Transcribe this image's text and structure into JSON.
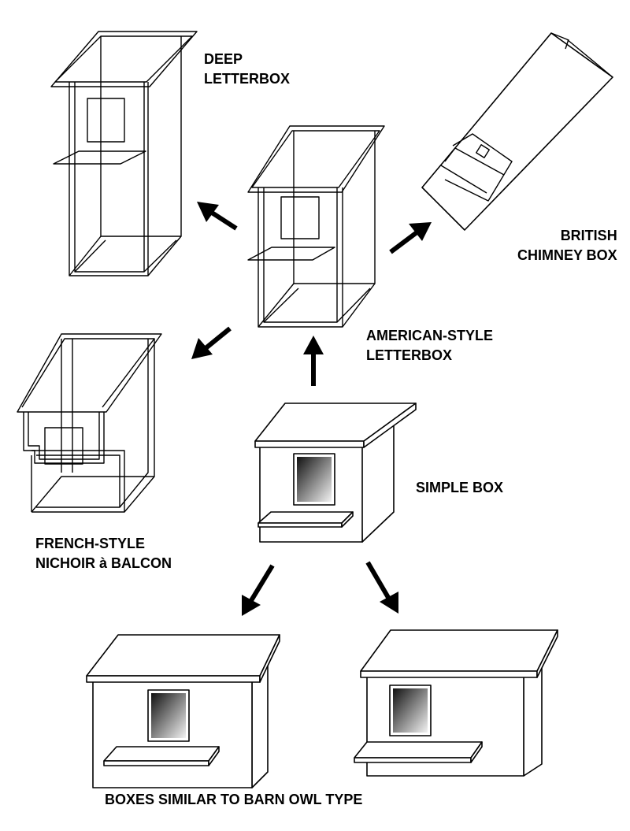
{
  "labels": {
    "deep_letterbox": [
      "DEEP",
      "LETTERBOX"
    ],
    "british_chimney_box": [
      "BRITISH",
      "CHIMNEY BOX"
    ],
    "american_letterbox": [
      "AMERICAN-STYLE",
      "LETTERBOX"
    ],
    "simple_box": [
      "SIMPLE BOX"
    ],
    "french_nichoir": [
      "FRENCH-STYLE",
      "NICHOIR à BALCON"
    ],
    "barn_owl_boxes": [
      "BOXES SIMILAR TO BARN OWL TYPE"
    ]
  },
  "colors": {
    "line": "#000000",
    "background": "#ffffff",
    "entrance_dark": "#111111",
    "entrance_light": "#f2f2f2"
  }
}
